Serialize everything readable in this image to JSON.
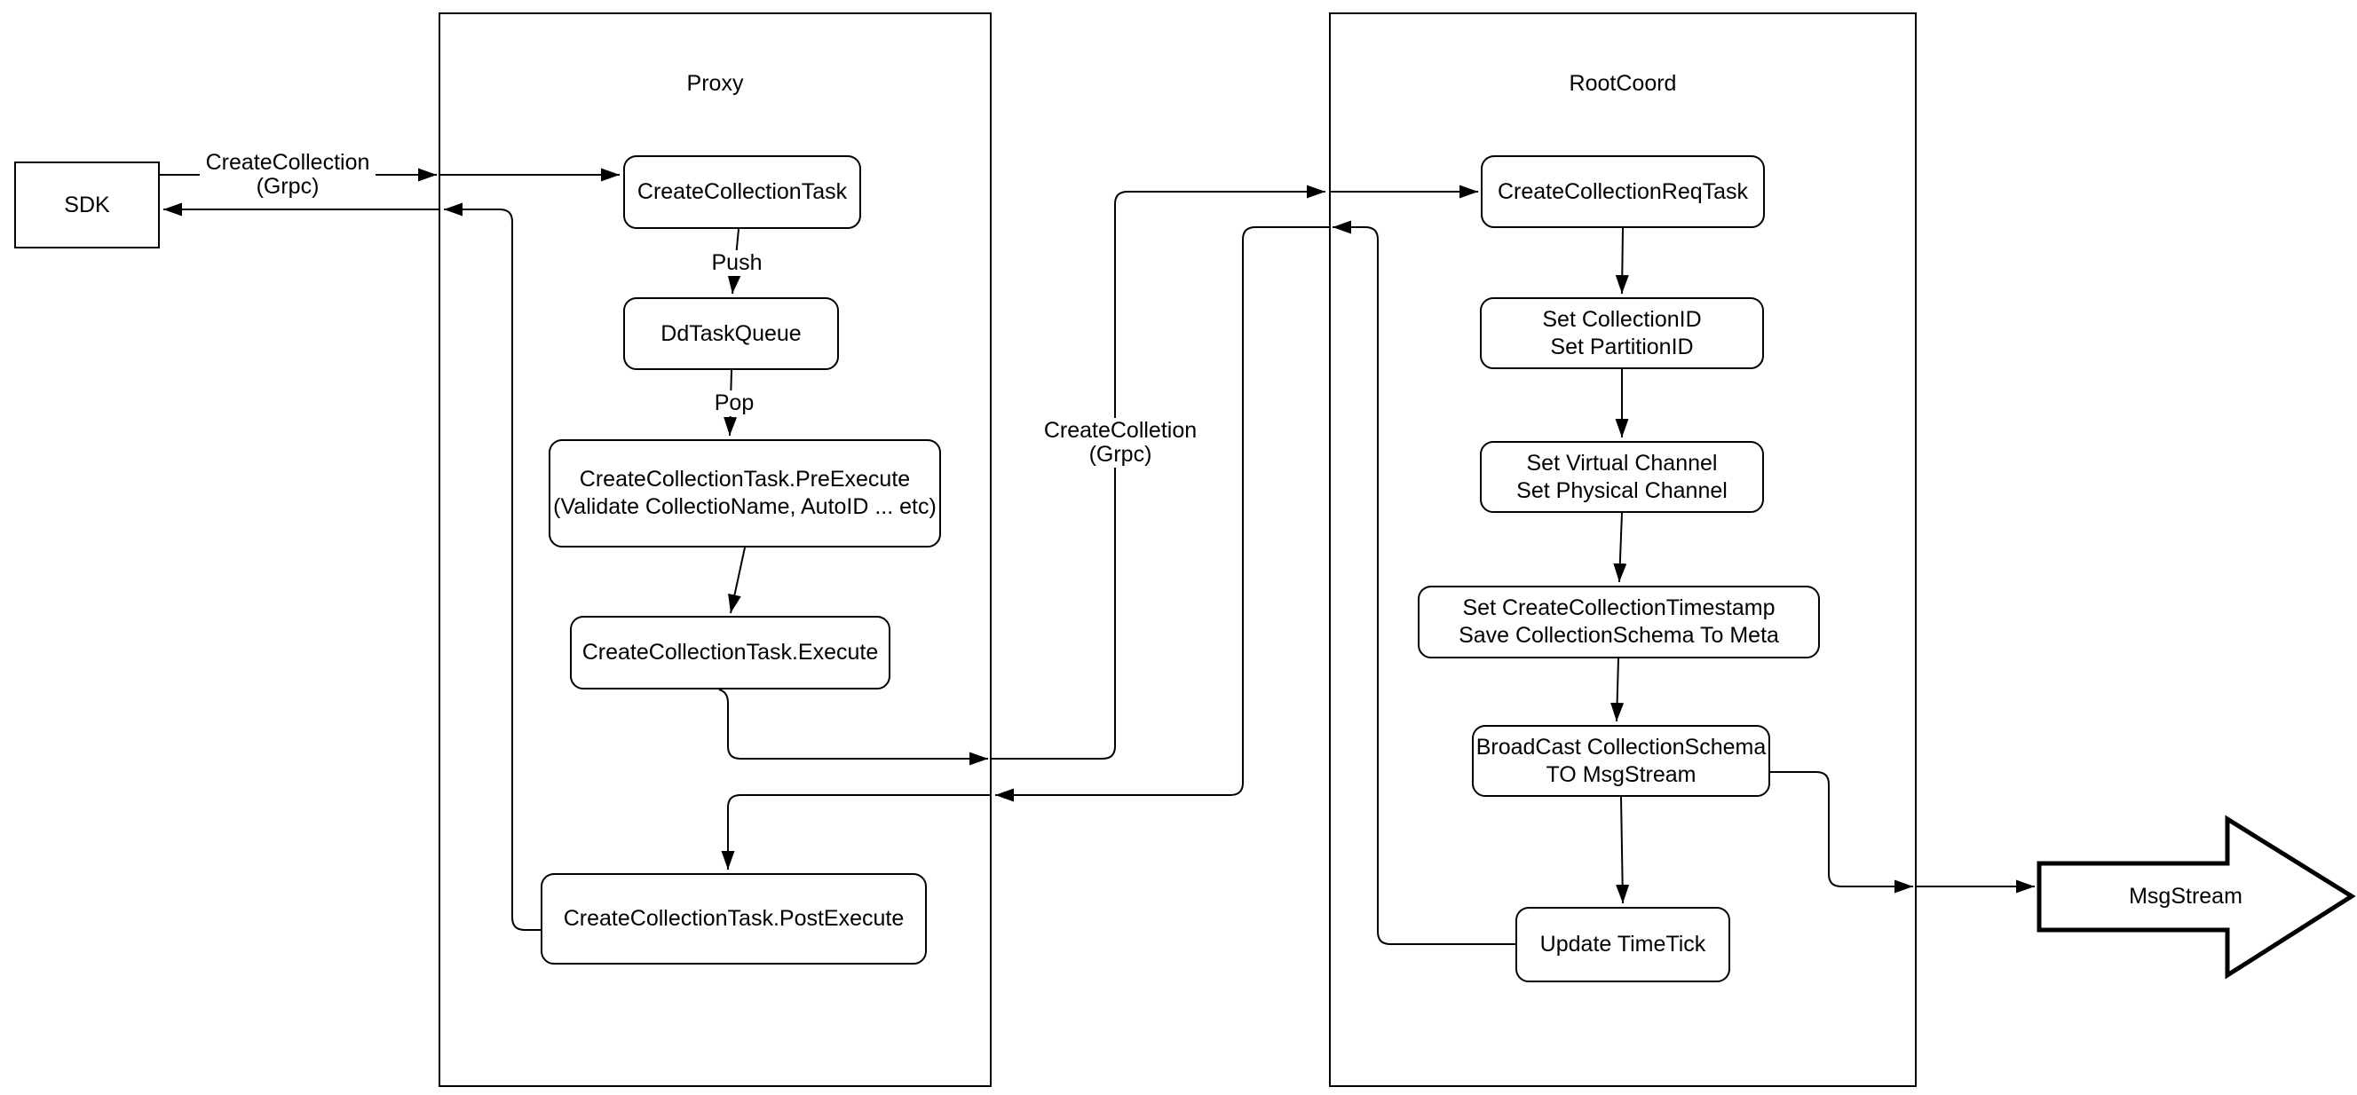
{
  "diagram": {
    "sdk": {
      "label": "SDK"
    },
    "edge_labels": {
      "grpc_call": "CreateCollection\n(Grpc)",
      "push": "Push",
      "pop": "Pop",
      "grpc_call_2": "CreateColletion\n(Grpc)"
    },
    "proxy": {
      "title": "Proxy",
      "create_collection_task": "CreateCollectionTask",
      "dd_task_queue": "DdTaskQueue",
      "pre_execute": "CreateCollectionTask.PreExecute\n(Validate CollectioName, AutoID ... etc)",
      "execute": "CreateCollectionTask.Execute",
      "post_execute": "CreateCollectionTask.PostExecute"
    },
    "root_coord": {
      "title": "RootCoord",
      "req_task": "CreateCollectionReqTask",
      "set_ids": "Set CollectionID\nSet PartitionID",
      "set_channels": "Set Virtual Channel\nSet Physical Channel",
      "set_timestamp": "Set CreateCollectionTimestamp\nSave CollectionSchema To Meta",
      "broadcast": "BroadCast CollectionSchema\nTO MsgStream",
      "update_timetick": "Update TimeTick"
    },
    "msg_stream": {
      "label": "MsgStream"
    },
    "colors": {
      "stroke": "#000000",
      "background": "#ffffff"
    }
  }
}
